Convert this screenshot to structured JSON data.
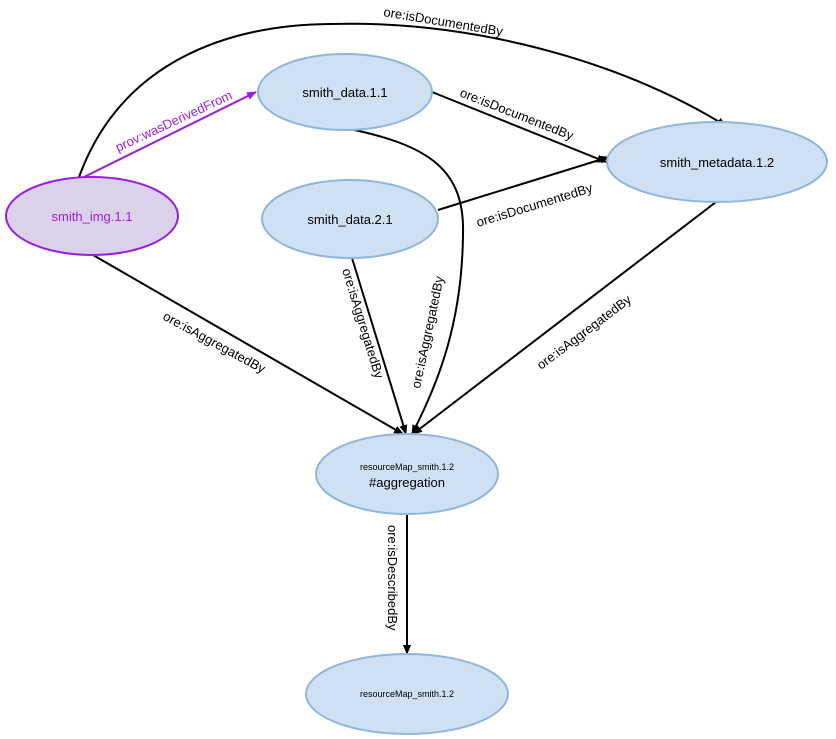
{
  "colors": {
    "edge": "#000000",
    "provenance": "#9a1ee0",
    "node_fill": "#cfe0f2",
    "node_stroke": "#8fb6dc",
    "derived_fill": "#dcd1ea",
    "derived_stroke": "#9a1ee0"
  },
  "nodes": {
    "smith_img": {
      "label": "smith_img.1.1"
    },
    "smith_data_1_1": {
      "label": "smith_data.1.1"
    },
    "smith_data_2_1": {
      "label": "smith_data.2.1"
    },
    "smith_metadata": {
      "label": "smith_metadata.1.2"
    },
    "aggregation": {
      "label_small": "resourceMap_smith.1.2",
      "label": "#aggregation"
    },
    "resource_map": {
      "label": "resourceMap_smith.1.2"
    }
  },
  "edges": {
    "img_documented_metadata": "ore:isDocumentedBy",
    "img_derived_data11": "prov:wasDerivedFrom",
    "data11_documented_metadata": "ore:isDocumentedBy",
    "data21_documented_metadata": "ore:isDocumentedBy",
    "img_aggregated": "ore:isAggregatedBy",
    "data21_aggregated": "ore:isAggregatedBy",
    "data11_aggregated": "ore:isAggregatedBy",
    "metadata_aggregated": "ore:isAggregatedBy",
    "aggregation_described": "ore:isDescribedBy"
  }
}
